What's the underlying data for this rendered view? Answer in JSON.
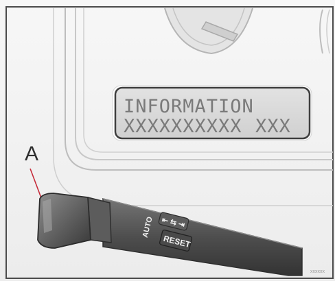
{
  "figure": {
    "display_line1": "INFORMATION",
    "display_line2_left": "XXXXXXXXXX",
    "display_line2_right": "XXX",
    "callout_label": "A",
    "stalk_wheel_label": "⇤ ⇆ ⇥",
    "stalk_button_label": "RESET",
    "stalk_side_label": "AUTO",
    "reference_code": "xxxxxx"
  },
  "colors": {
    "background": "#f2f2f2",
    "panel": "#ececec",
    "panel_edge": "#b9b9b9",
    "display_bg": "#d8d8d8",
    "display_border": "#4a4a4a",
    "stalk": "#545454",
    "stalk_dark": "#3e3e3e",
    "callout_line": "#c62b3a"
  }
}
